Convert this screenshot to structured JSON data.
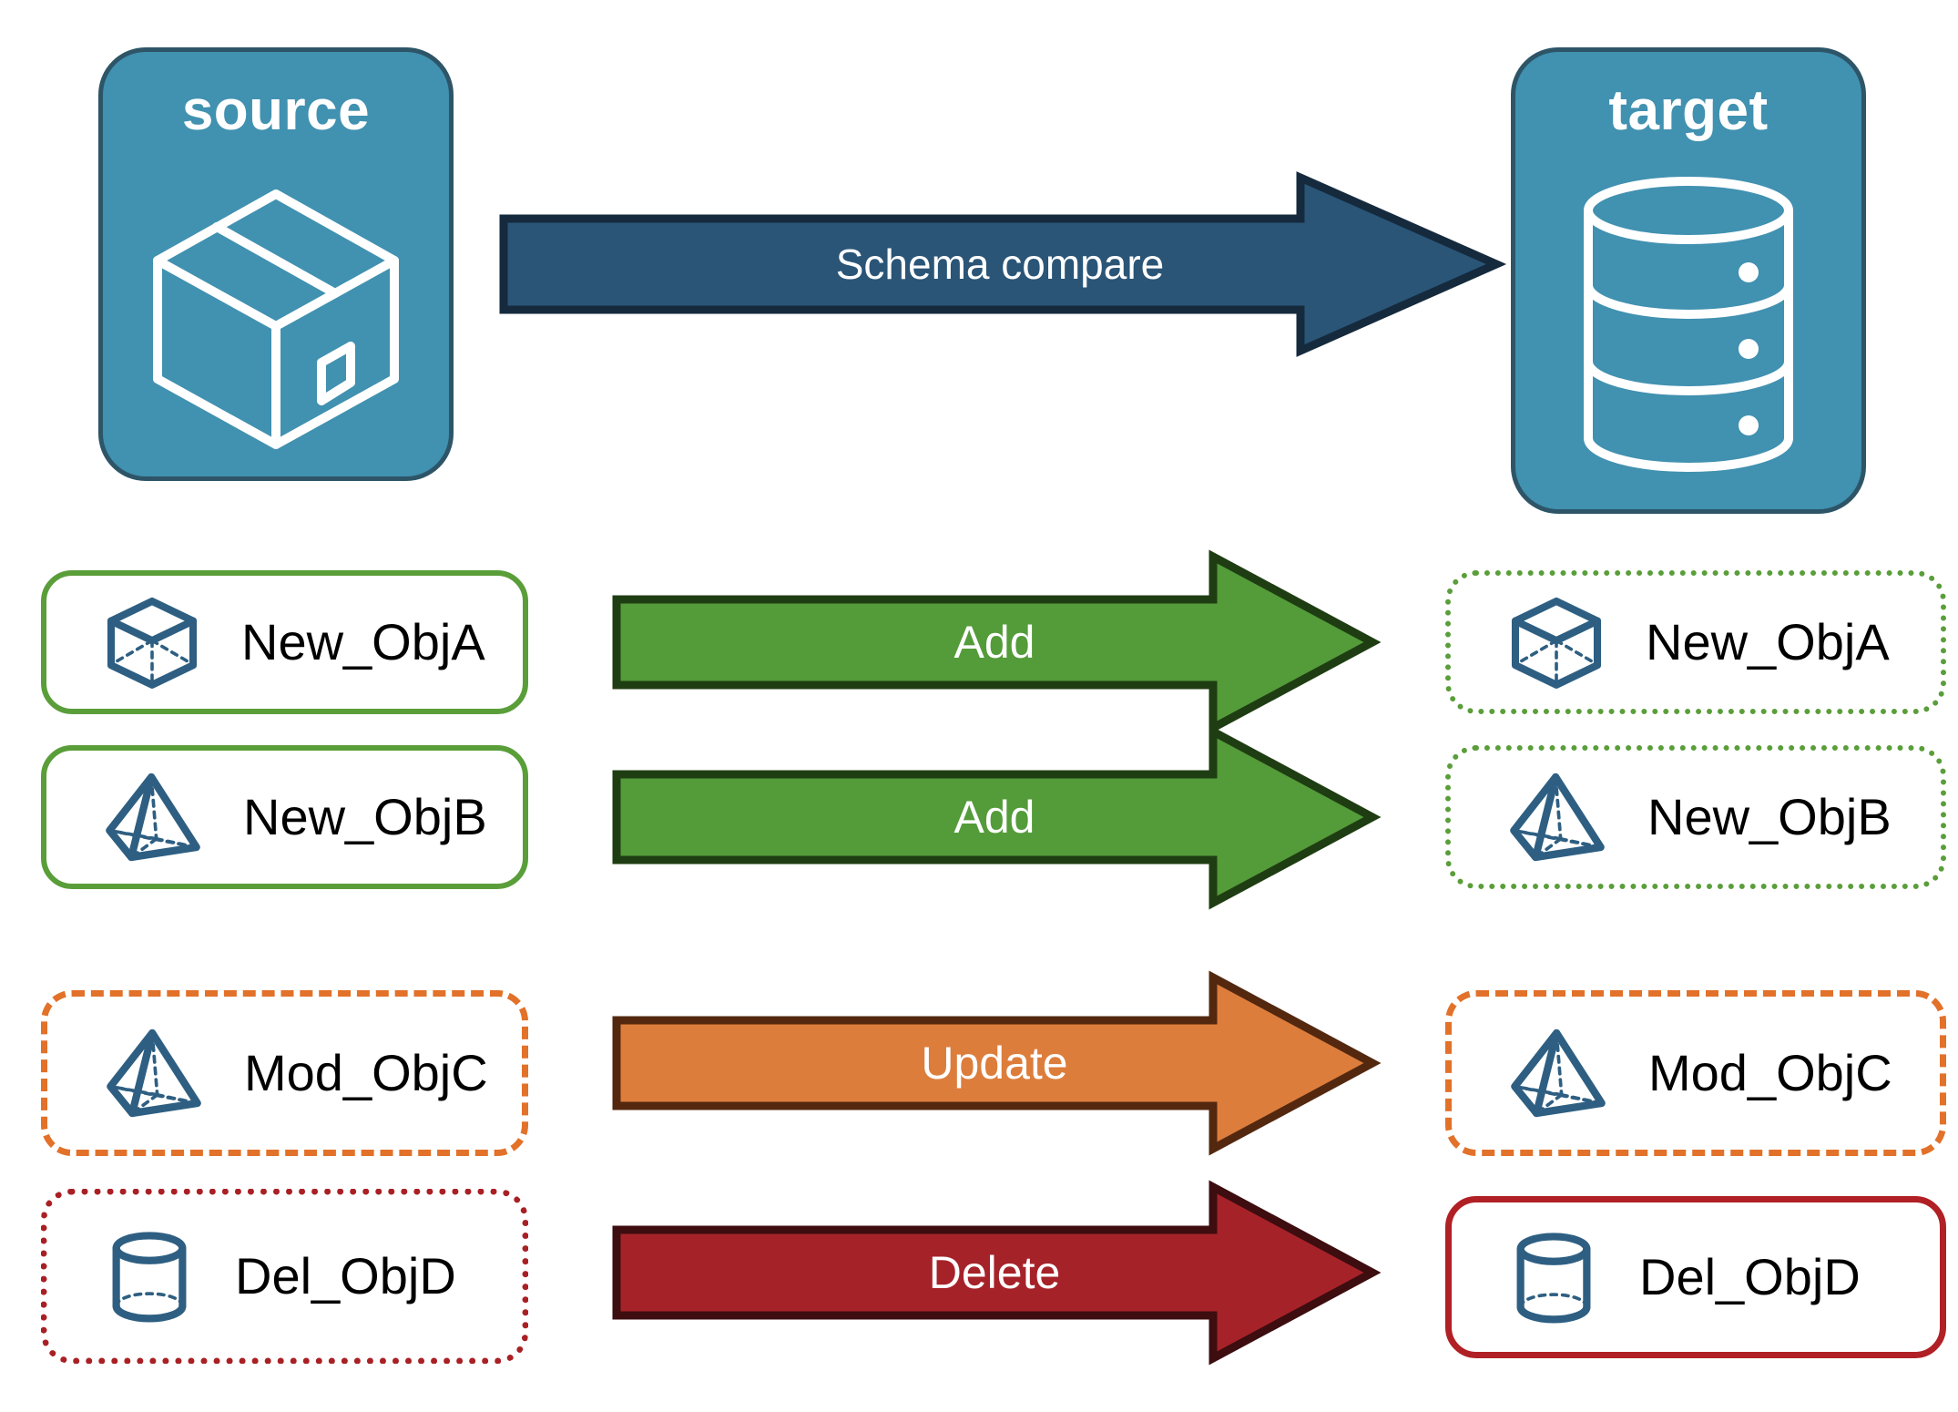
{
  "diagram": {
    "title_source": "source",
    "title_target": "target",
    "main_arrow_label": "Schema compare"
  },
  "palette": {
    "endpoint_fill": "#4191b0",
    "endpoint_border": "#2d5567",
    "main_arrow_fill": "#2a5577",
    "main_arrow_border": "#152a3d",
    "add_fill": "#549b3a",
    "add_border": "#1f3d12",
    "update_fill": "#dd7d3c",
    "update_border": "#53280f",
    "delete_fill": "#a62229",
    "delete_border": "#3d0d10",
    "icon_blue": "#2e5f82",
    "green": "#5a9e3a",
    "orange": "#e2712a",
    "red": "#a92024"
  },
  "rows": [
    {
      "source_label": "New_ObjA",
      "target_label": "New_ObjA",
      "action": "Add",
      "icon": "cube-wireframe-icon",
      "source_border": "solid green",
      "target_border": "dotted green",
      "arrow_color": "green"
    },
    {
      "source_label": "New_ObjB",
      "target_label": "New_ObjB",
      "action": "Add",
      "icon": "pyramid-wireframe-icon",
      "source_border": "solid green",
      "target_border": "dotted green",
      "arrow_color": "green"
    },
    {
      "source_label": "Mod_ObjC",
      "target_label": "Mod_ObjC",
      "action": "Update",
      "icon": "pyramid-wireframe-icon",
      "source_border": "dashed orange",
      "target_border": "dashed orange",
      "arrow_color": "orange"
    },
    {
      "source_label": "Del_ObjD",
      "target_label": "Del_ObjD",
      "action": "Delete",
      "icon": "cylinder-wireframe-icon",
      "source_border": "dotted red",
      "target_border": "solid red",
      "arrow_color": "red"
    }
  ]
}
